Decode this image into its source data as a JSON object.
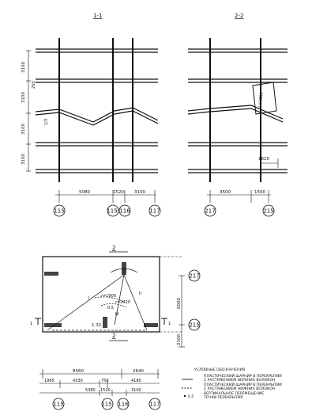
{
  "sections": {
    "left_title": "1-1",
    "right_title": "2-2",
    "plan_marker": "2",
    "plan_cut_left": "1",
    "plan_cut_right": "1"
  },
  "left_section": {
    "heights": [
      "3100",
      "3100",
      "3100",
      "3100"
    ],
    "small_height": "250",
    "deflection_label": "1/3",
    "spans": [
      "5080",
      "1520",
      "3100"
    ],
    "axes": [
      "115",
      "115'",
      "116",
      "117"
    ]
  },
  "right_section": {
    "box_label": "L=1810",
    "inner_dim": "1610",
    "spans": [
      "4500",
      "1500"
    ],
    "axes": [
      "217",
      "215"
    ]
  },
  "plan": {
    "axis_217": "217",
    "axis_215": "215",
    "height_dim": "6000",
    "bottom_dim": "2100",
    "zone_labels": [
      "I",
      "II",
      "III"
    ],
    "inner_labels": [
      "r=1900",
      "r=2420",
      "0.5",
      "1"
    ],
    "deflection": "1.32",
    "total_spans": [
      "8560",
      "2640"
    ],
    "detail_spans": [
      "1965",
      "4330",
      "750",
      "4180"
    ],
    "lower_spans": [
      "5380",
      "1520",
      "3100"
    ],
    "axes": [
      "115",
      "115'",
      "116",
      "117"
    ]
  },
  "legend": {
    "title": "УСЛОВНЫЕ ОБОЗНАЧЕНИЯ",
    "item1_line1": "ПЛАСТИЧЕСКИЙ ШАРНИР В ПЕРЕКРЫТИИ",
    "item1_line2": "С РАСТЯЖЕНИЕМ ВЕРХНИХ ВОЛОКОН",
    "item2_line1": "ПЛАСТИЧЕСКИЙ ШАРНИР В ПЕРЕКРЫТИИ",
    "item2_line2": "С РАСТЯЖЕНИЕМ НИЖНИХ ВОЛОКОН",
    "item3_value": "0,5",
    "item3_line1": "ВЕРТИКАЛЬНОЕ ПЕРЕМЕЩЕНИЕ",
    "item3_line2": "ТОЧКИ ПЕРЕКРЫТИЯ"
  }
}
